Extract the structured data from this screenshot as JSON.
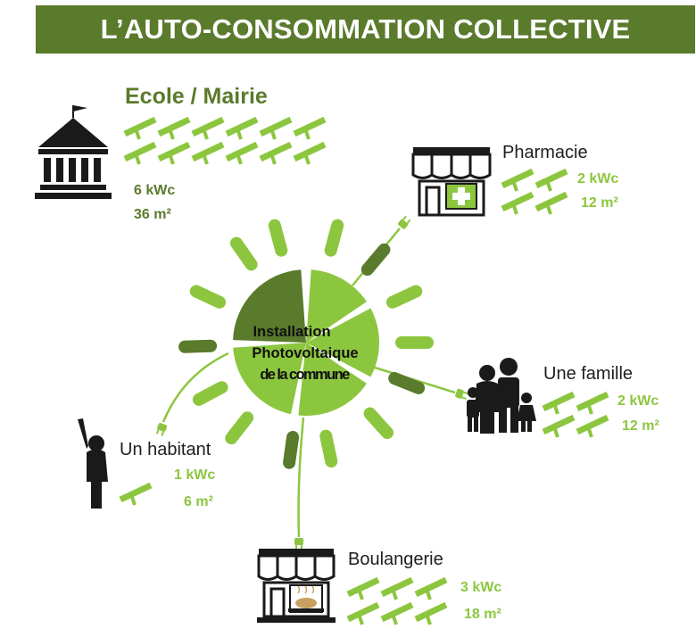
{
  "header": {
    "title": "L’AUTO-CONSOMMATION COLLECTIVE"
  },
  "center": {
    "line1": "Installation",
    "line2": "Photovoltaique",
    "line3": "de la commune"
  },
  "colors": {
    "banner": "#5a7a2c",
    "dark_green": "#5a7a2c",
    "panel_green": "#8cc63f",
    "sun_green": "#8cc63f",
    "icon_dark": "#1a1a1a"
  },
  "consumers": {
    "ecole": {
      "name": "Ecole / Mairie",
      "power": "6 kWc",
      "area": "36 m²",
      "icon": "town-hall-icon"
    },
    "pharmacie": {
      "name": "Pharmacie",
      "power": "2 kWc",
      "area": "12 m²",
      "icon": "pharmacy-shop-icon"
    },
    "famille": {
      "name": "Une famille",
      "power": "2 kWc",
      "area": "12 m²",
      "icon": "family-icon"
    },
    "habitant": {
      "name": "Un habitant",
      "power": "1 kWc",
      "area": "6 m²",
      "icon": "person-icon"
    },
    "boulangerie": {
      "name": "Boulangerie",
      "power": "3 kWc",
      "area": "18 m²",
      "icon": "bakery-shop-icon"
    }
  }
}
